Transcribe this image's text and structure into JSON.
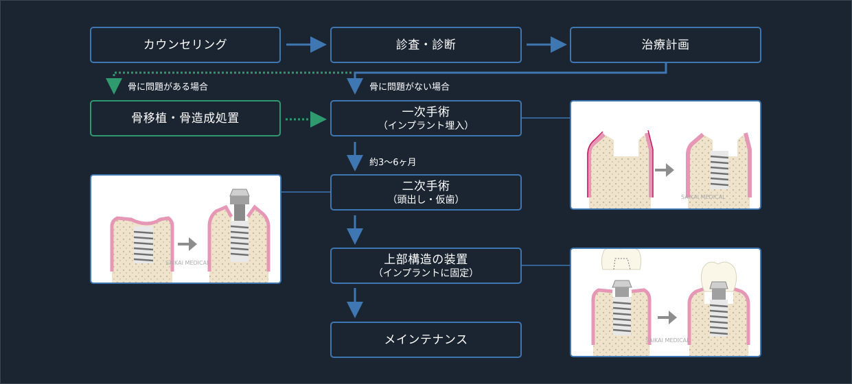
{
  "steps": {
    "counseling": "カウンセリング",
    "diagnosis": "診査・診断",
    "plan": "治療計画",
    "bone_graft": "骨移植・骨造成処置",
    "first_surgery": {
      "title": "一次手術",
      "sub": "（インプラント埋入）"
    },
    "second_surgery": {
      "title": "二次手術",
      "sub": "（頭出し・仮歯）"
    },
    "superstructure": {
      "title": "上部構造の装置",
      "sub": "（インプラントに固定）"
    },
    "maintenance": "メインテナンス"
  },
  "labels": {
    "bone_problem": "骨に問題がある場合",
    "no_bone_problem": "骨に問題がない場合",
    "interval": "約3〜6ヶ月"
  },
  "watermark": "SAIKAI MEDICAL",
  "colors": {
    "background": "#1b2532",
    "box_border": "#3f77b3",
    "green": "#2e9a6e",
    "gum": "#e597b5",
    "bone": "#f0e7d2"
  }
}
